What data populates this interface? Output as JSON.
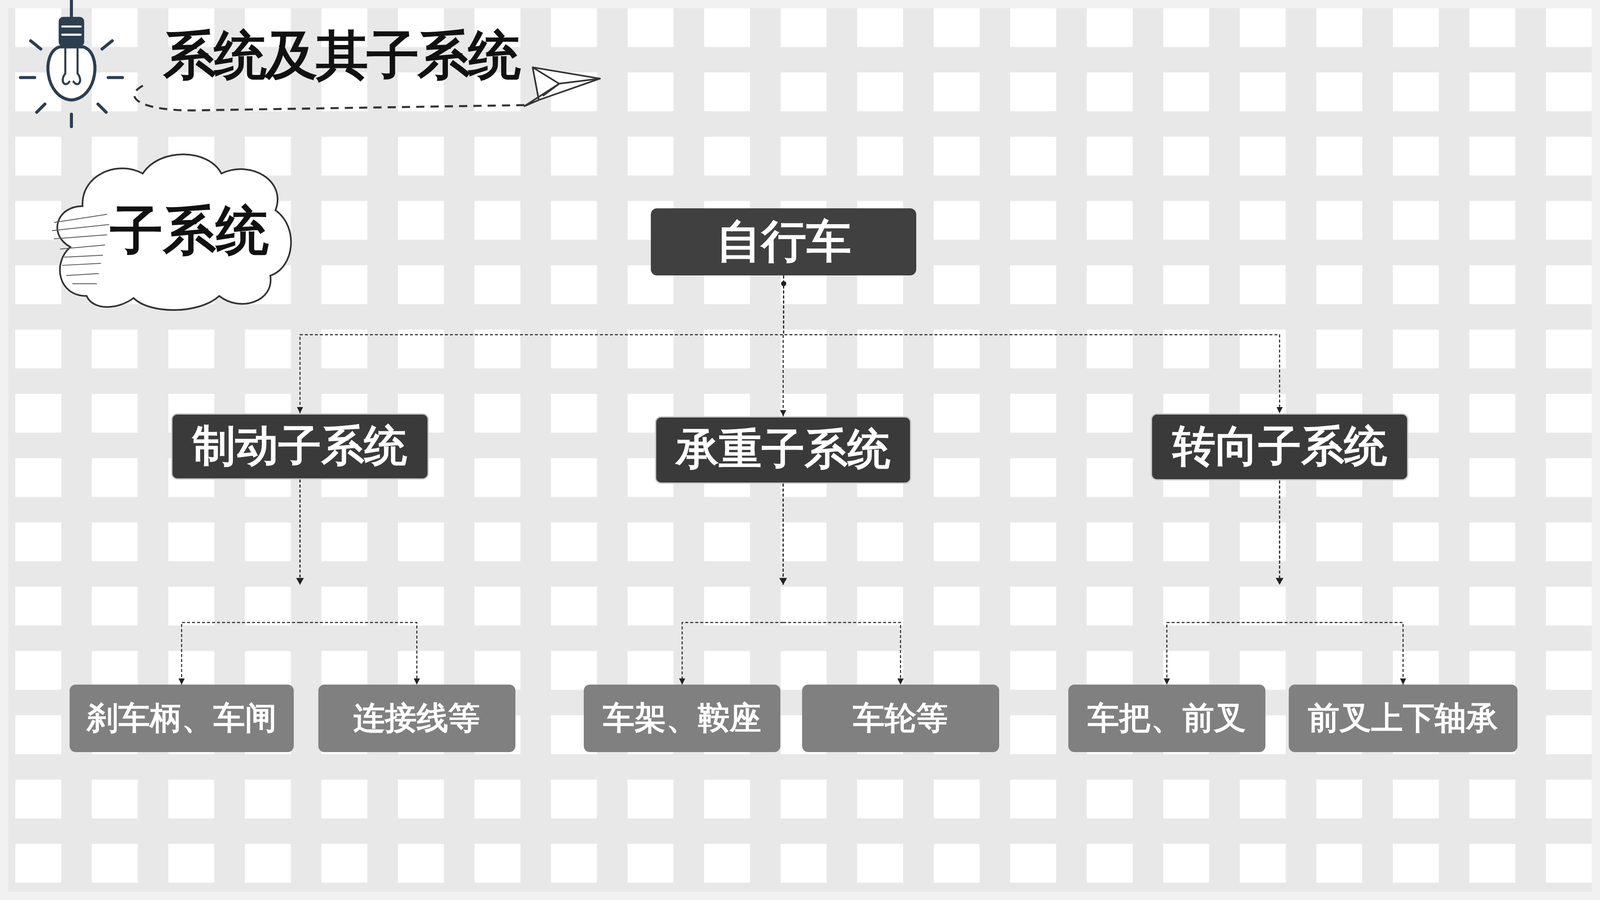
{
  "diagram": {
    "title": "系统及其子系统",
    "nodes": [
      {
        "text": [
          "子系统"
        ]
      },
      {
        "text": [
          "自行车"
        ]
      },
      {
        "text": [
          "制动子系统"
        ]
      },
      {
        "text": [
          "承重子系统"
        ]
      },
      {
        "text": [
          "转向子系统"
        ]
      },
      {
        "text": [
          "刹车柄、车闸"
        ]
      },
      {
        "text": [
          "连接线等"
        ]
      },
      {
        "text": [
          "车架、鞍座"
        ]
      },
      {
        "text": [
          "车轮等"
        ]
      },
      {
        "text": [
          "车把、前叉"
        ]
      },
      {
        "text": [
          "前叉上下轴承"
        ]
      }
    ],
    "edges": [
      {
        "from": 1,
        "to": 2,
        "arrow": "to"
      },
      {
        "from": 1,
        "to": 3,
        "arrow": "to"
      },
      {
        "from": 1,
        "to": 4,
        "arrow": "to"
      },
      {
        "from": 2,
        "to": 5,
        "arrow": "to"
      },
      {
        "from": 2,
        "to": 6,
        "arrow": "to"
      },
      {
        "from": 3,
        "to": 7,
        "arrow": "to"
      },
      {
        "from": 3,
        "to": 8,
        "arrow": "to"
      },
      {
        "from": 4,
        "to": 9,
        "arrow": "to"
      },
      {
        "from": 4,
        "to": 10,
        "arrow": "to"
      }
    ]
  }
}
